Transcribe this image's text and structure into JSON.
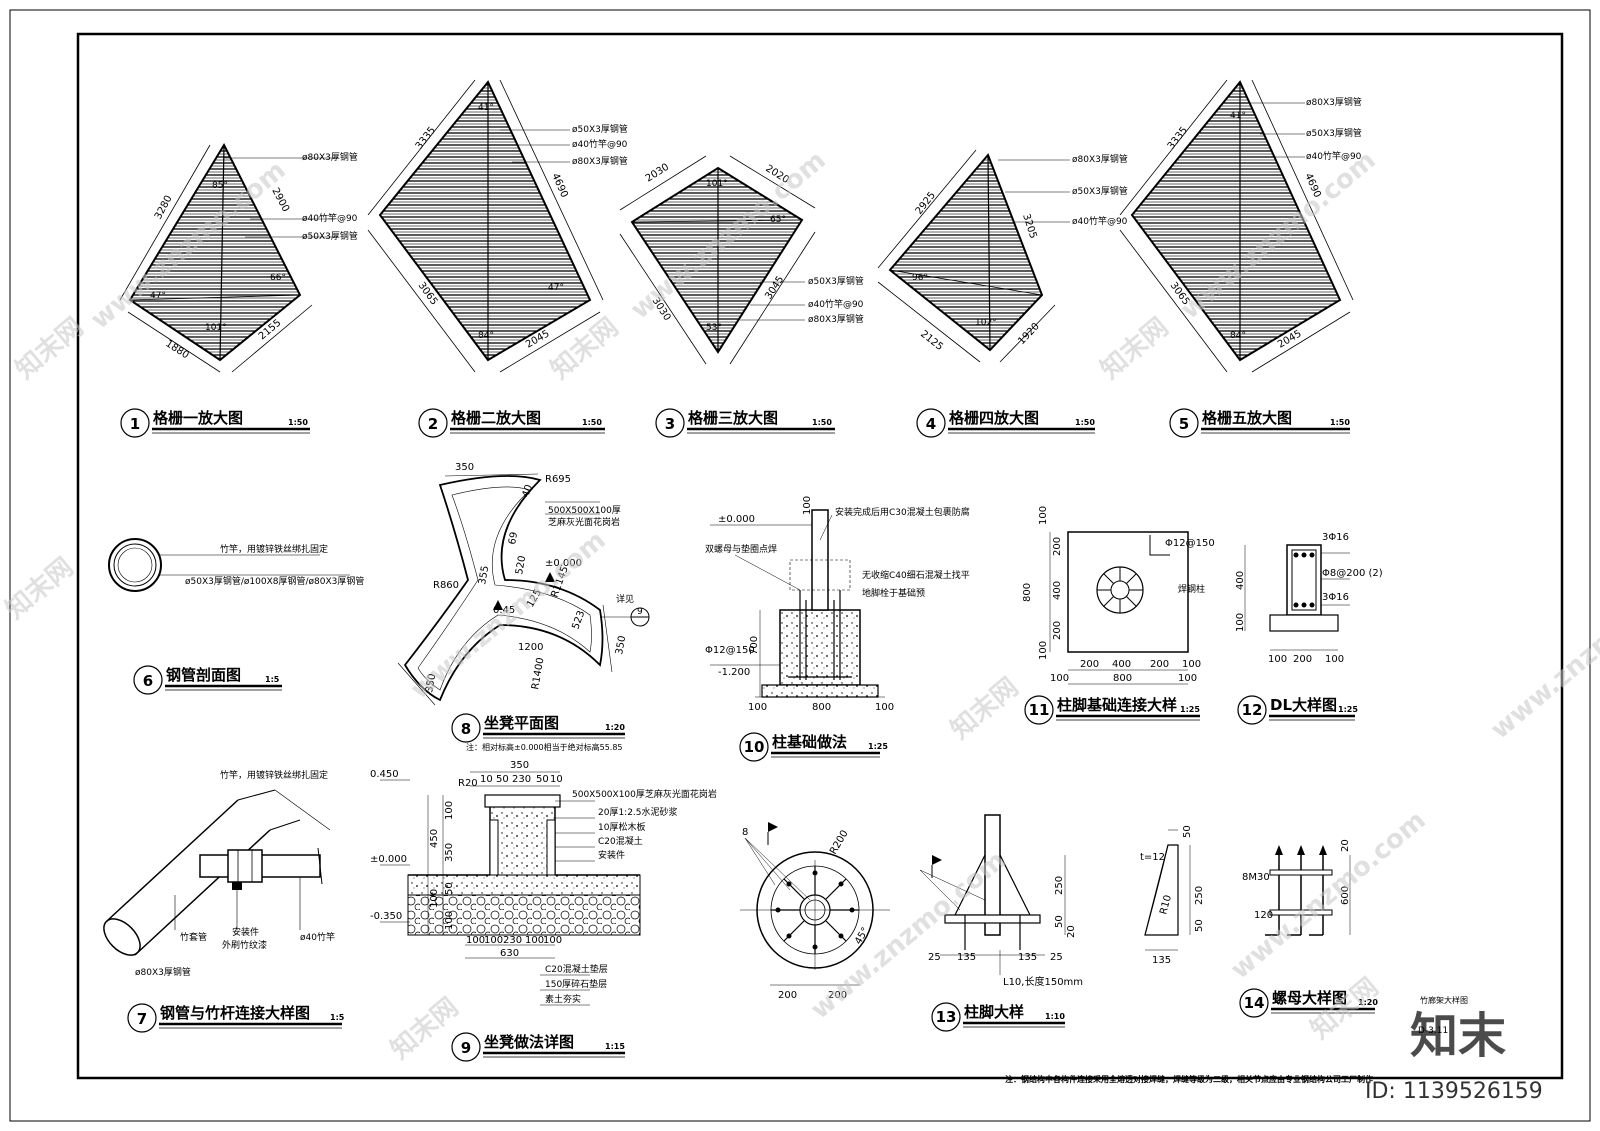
{
  "details": [
    {
      "num": "1",
      "title": "格栅一放大图",
      "scale": "1:50"
    },
    {
      "num": "2",
      "title": "格栅二放大图",
      "scale": "1:50"
    },
    {
      "num": "3",
      "title": "格栅三放大图",
      "scale": "1:50"
    },
    {
      "num": "4",
      "title": "格栅四放大图",
      "scale": "1:50"
    },
    {
      "num": "5",
      "title": "格栅五放大图",
      "scale": "1:50"
    },
    {
      "num": "6",
      "title": "钢管剖面图",
      "scale": "1:5"
    },
    {
      "num": "7",
      "title": "钢管与竹杆连接大样图",
      "scale": "1:5"
    },
    {
      "num": "8",
      "title": "坐凳平面图",
      "scale": "1:20"
    },
    {
      "num": "9",
      "title": "坐凳做法详图",
      "scale": "1:15"
    },
    {
      "num": "10",
      "title": "柱基础做法",
      "scale": "1:25"
    },
    {
      "num": "11",
      "title": "柱脚基础连接大样",
      "scale": "1:25"
    },
    {
      "num": "12",
      "title": "DL大样图",
      "scale": "1:25"
    },
    {
      "num": "13",
      "title": "柱脚大样",
      "scale": "1:10"
    },
    {
      "num": "14",
      "title": "螺母大样图",
      "scale": "1:20"
    }
  ],
  "grille": {
    "g1": {
      "dims": [
        "3280",
        "2900",
        "1880",
        "2155"
      ],
      "angles": [
        "85°",
        "66°",
        "101°",
        "47°"
      ],
      "callouts": [
        "ø80X3厚钢管",
        "ø40竹竿@90",
        "ø50X3厚钢管"
      ]
    },
    "g2": {
      "dims": [
        "3335",
        "4690",
        "3065",
        "2045"
      ],
      "angles": [
        "41°",
        "47°",
        "84°"
      ],
      "callouts": [
        "ø50X3厚钢管",
        "ø40竹竿@90",
        "ø80X3厚钢管"
      ]
    },
    "g3": {
      "dims": [
        "2030",
        "2020",
        "3030",
        "3045"
      ],
      "angles": [
        "101°",
        "65°",
        "53°"
      ],
      "callouts": [
        "ø50X3厚钢管",
        "ø40竹竿@90",
        "ø80X3厚钢管"
      ]
    },
    "g4": {
      "dims": [
        "2925",
        "3205",
        "2125",
        "1920"
      ],
      "angles": [
        "96°",
        "102°"
      ],
      "callouts": [
        "ø80X3厚钢管",
        "ø50X3厚钢管",
        "ø40竹竿@90"
      ]
    },
    "g5": {
      "dims": [
        "3335",
        "4690",
        "3065",
        "2045"
      ],
      "angles": [
        "41°",
        "84°"
      ],
      "callouts": [
        "ø80X3厚钢管",
        "ø50X3厚钢管",
        "ø40竹竿@90"
      ]
    }
  },
  "pipe_section": {
    "note": "竹竿，用镀锌铁丝绑扎固定",
    "spec": "ø50X3厚钢管/ø100X8厚钢管/ø80X3厚钢管"
  },
  "bench_plan": {
    "dims": [
      "350",
      "R695",
      "40",
      "500X500X100厚",
      "芝麻灰光面花岗岩",
      "R860",
      "355",
      "69",
      "520",
      "±0.000",
      "R1145",
      "125",
      "0.45",
      "1200",
      "523",
      "350",
      "350",
      "R1400",
      "详见"
    ],
    "ref_num": "9",
    "note": "注：相对标高±0.000相当于绝对标高55.85"
  },
  "bench_section": {
    "levels": [
      "0.450",
      "±0.000",
      "-0.350"
    ],
    "top_dims": [
      "R20",
      "350",
      "10",
      "50",
      "230",
      "50",
      "10"
    ],
    "left_dims": [
      "100",
      "450",
      "350",
      "100",
      "50",
      "100"
    ],
    "bottom_dims": [
      "100",
      "100",
      "230",
      "100",
      "100",
      "630"
    ],
    "layers_top": [
      "500X500X100厚芝麻灰光面花岗岩",
      "20厚1:2.5水泥砂浆",
      "10厚松木板",
      "C20混凝土",
      "安装件"
    ],
    "layers_bottom": [
      "C20混凝土垫层",
      "150厚碎石垫层",
      "素土夯实"
    ]
  },
  "column_base": {
    "level_top": "±0.000",
    "level_bottom": "-1.200",
    "notes": [
      "安装完成后用C30混凝土包裹防腐",
      "双螺母与垫圈点焊",
      "无收缩C40细石混凝土找平",
      "地脚栓于基础预"
    ],
    "rebar": "Φ12@150",
    "dims": [
      "100",
      "700",
      "100",
      "800",
      "100"
    ]
  },
  "column_conn": {
    "rebar": "Φ12@150",
    "label": "焊钢柱",
    "dims": [
      "100",
      "200",
      "400",
      "200",
      "100",
      "800",
      "200",
      "400",
      "200",
      "100",
      "100",
      "800",
      "100"
    ]
  },
  "dl": {
    "rebars": [
      "3Φ16",
      "Φ8@200 (2)",
      "3Φ16"
    ],
    "dims": [
      "400",
      "100",
      "100",
      "200",
      "100"
    ]
  },
  "pipe_bamboo": {
    "labels": [
      "竹竿，用镀锌铁丝绑扎固定",
      "竹套管",
      "安装件",
      "外刷竹纹漆",
      "ø40竹竿",
      "ø80X3厚钢管"
    ]
  },
  "base_plate": {
    "labels": [
      "8",
      "R200",
      "45°",
      "200",
      "200"
    ]
  },
  "column_foot": {
    "labels": [
      "250",
      "50",
      "20",
      "25",
      "135",
      "135",
      "25",
      "L10,长度150mm"
    ]
  },
  "stiffener": {
    "labels": [
      "50",
      "t=12",
      "250",
      "R10",
      "50",
      "135"
    ]
  },
  "nut": {
    "labels": [
      "20",
      "8M30",
      "600",
      "120"
    ]
  },
  "sheet_footer": {
    "title_block": "竹廊架大样图",
    "sheet_no": "D-3.11",
    "note": "注：钢结构中各构件连接采用全熔透对接焊缝，焊缝等级为二级，相关节点应由专业钢结构公司工厂制作"
  },
  "watermark": {
    "brand": "知末",
    "site": "www.znzmo.com",
    "net": "知末网",
    "id": "ID: 1139526159"
  }
}
